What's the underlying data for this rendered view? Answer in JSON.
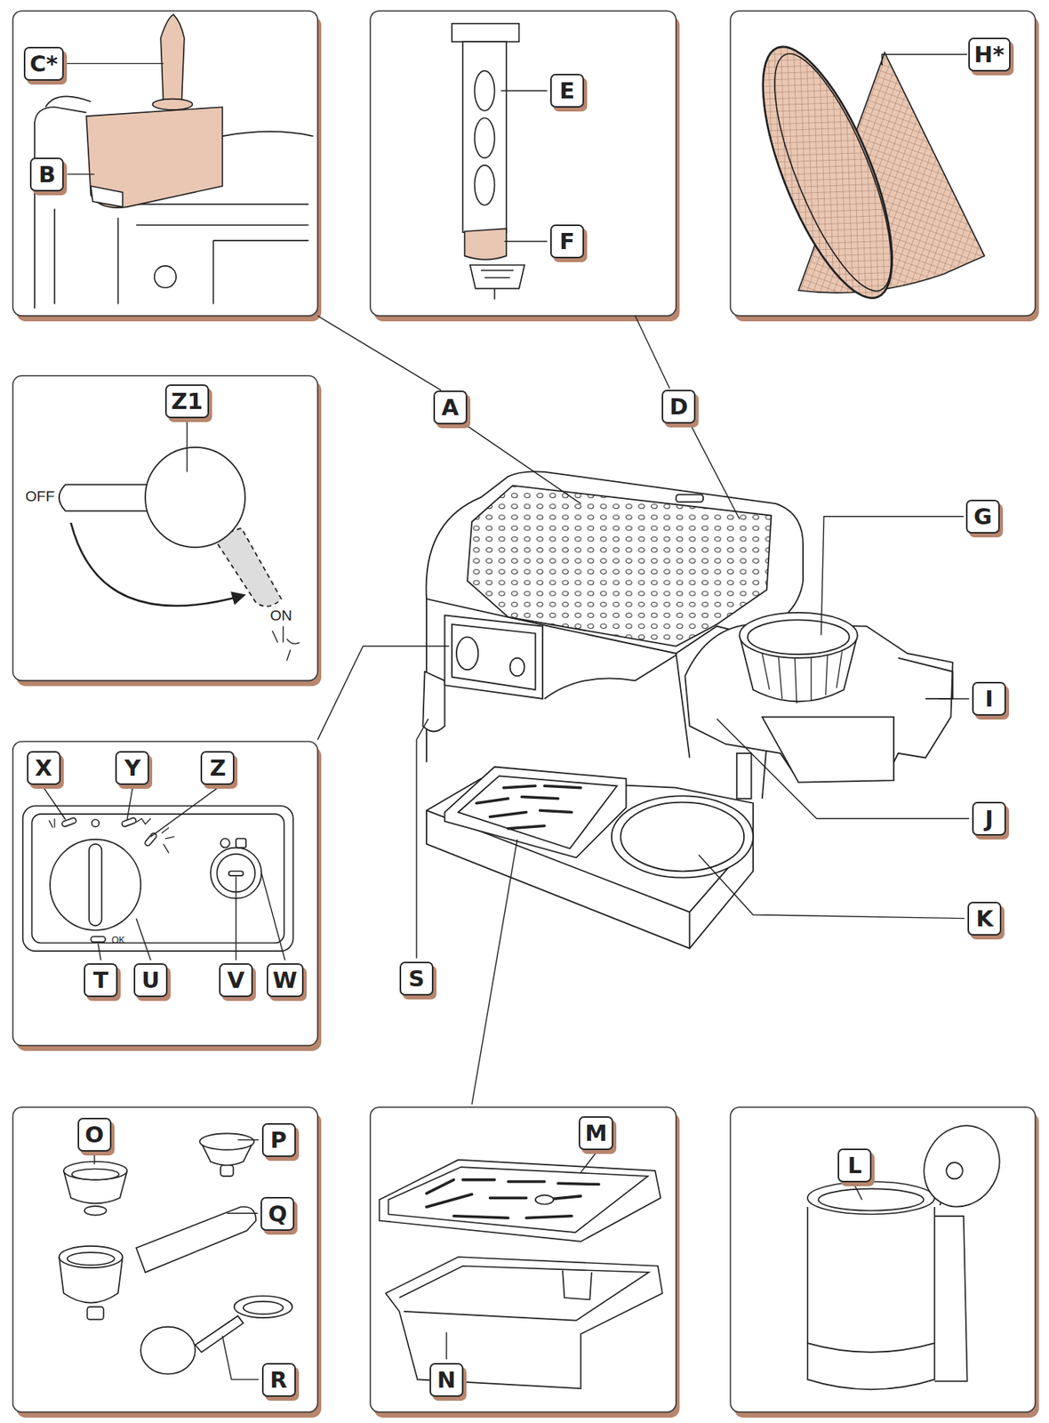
{
  "diagram": {
    "nodes": [
      {
        "text": [
          "C*"
        ]
      },
      {
        "text": [
          "B"
        ]
      },
      {
        "text": [
          "E"
        ]
      },
      {
        "text": [
          "F"
        ]
      },
      {
        "text": [
          "H*"
        ]
      },
      {
        "text": [
          "Z1"
        ]
      },
      {
        "text": [
          "A"
        ]
      },
      {
        "text": [
          "D"
        ]
      },
      {
        "text": [
          "G"
        ]
      },
      {
        "text": [
          "I"
        ]
      },
      {
        "text": [
          "J"
        ]
      },
      {
        "text": [
          "X"
        ]
      },
      {
        "text": [
          "Y"
        ]
      },
      {
        "text": [
          "Z"
        ]
      },
      {
        "text": [
          "K"
        ]
      },
      {
        "text": [
          "T"
        ]
      },
      {
        "text": [
          "U"
        ]
      },
      {
        "text": [
          "V"
        ]
      },
      {
        "text": [
          "W"
        ]
      },
      {
        "text": [
          "S"
        ]
      },
      {
        "text": [
          "O"
        ]
      },
      {
        "text": [
          "P"
        ]
      },
      {
        "text": [
          "Q"
        ]
      },
      {
        "text": [
          "M"
        ]
      },
      {
        "text": [
          "L"
        ]
      },
      {
        "text": [
          "R"
        ]
      },
      {
        "text": [
          "N"
        ]
      }
    ],
    "labels": [
      "OFF",
      "ON",
      "OK"
    ]
  }
}
